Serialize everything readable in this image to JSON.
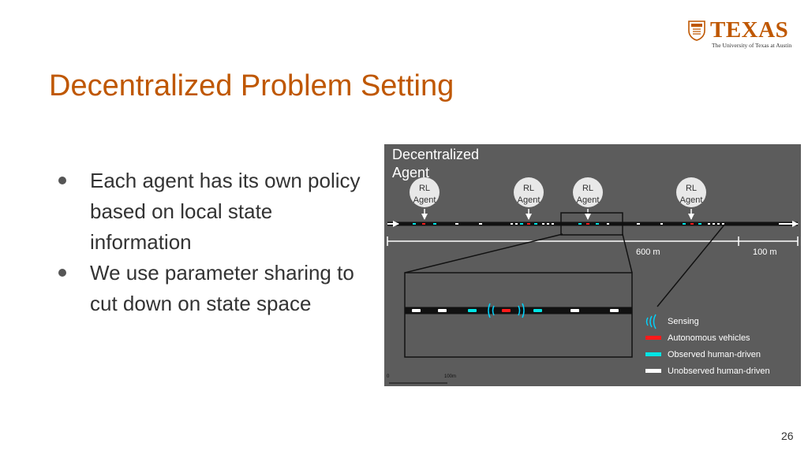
{
  "logo": {
    "wordmark": "TEXAS",
    "subtitle": "The University of Texas at Austin",
    "color": "#bf5700"
  },
  "slide": {
    "title": "Decentralized Problem Setting",
    "bullets": [
      "Each agent has its own policy based on local state information",
      "We use parameter sharing to cut down on state space"
    ],
    "page_number": "26"
  },
  "figure": {
    "header": [
      "Decentralized",
      "Agent"
    ],
    "agent_label": [
      "RL",
      "Agent"
    ],
    "agents": [
      "agent-1",
      "agent-2",
      "agent-3",
      "agent-4"
    ],
    "distance_main": "600 m",
    "distance_tail": "100 m",
    "scale_start": "0",
    "scale_end": "100m",
    "legend": [
      {
        "key": "sensing",
        "label": "Sensing",
        "color": "#00d4ff"
      },
      {
        "key": "autonomous",
        "label": "Autonomous vehicles",
        "color": "#ff1a1a"
      },
      {
        "key": "observed",
        "label": "Observed human-driven",
        "color": "#00e5e5"
      },
      {
        "key": "unobserved",
        "label": "Unobserved human-driven",
        "color": "#ffffff"
      }
    ]
  }
}
